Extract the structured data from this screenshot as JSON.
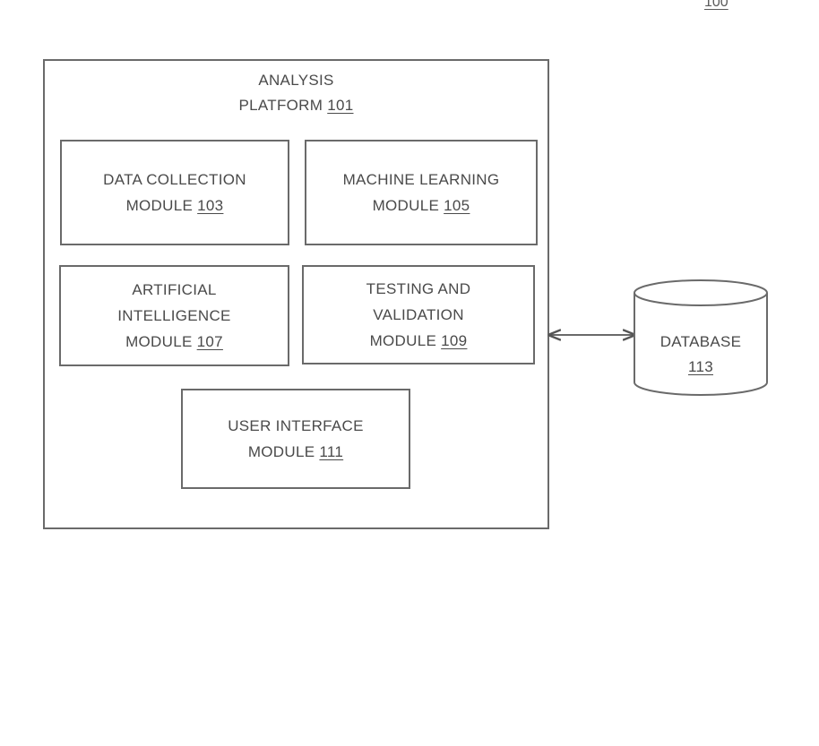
{
  "figure_number": "100",
  "platform": {
    "title_line1": "ANALYSIS",
    "title_line2": "PLATFORM",
    "title_ref": "101"
  },
  "modules": [
    {
      "line1": "DATA COLLECTION",
      "line2": "MODULE",
      "ref": "103"
    },
    {
      "line1": "MACHINE LEARNING",
      "line2": "MODULE",
      "ref": "105"
    },
    {
      "line1": "ARTIFICIAL",
      "line2": "INTELLIGENCE",
      "line3": "MODULE",
      "ref": "107"
    },
    {
      "line1": "TESTING AND",
      "line2": "VALIDATION",
      "line3": "MODULE",
      "ref": "109"
    },
    {
      "line1": "USER INTERFACE",
      "line2": "MODULE",
      "ref": "111"
    }
  ],
  "database": {
    "line1": "DATABASE",
    "ref": "113"
  }
}
